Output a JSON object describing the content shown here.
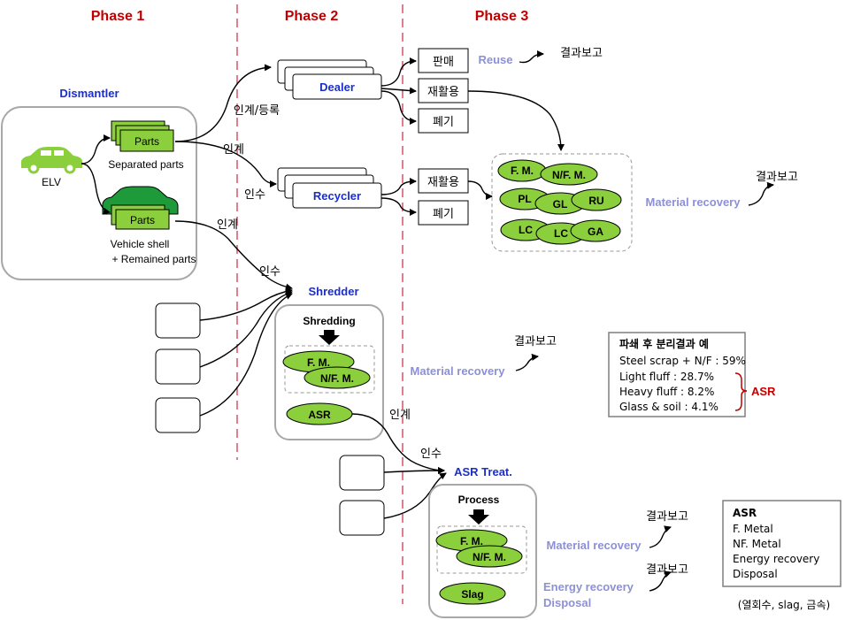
{
  "phases": [
    "Phase 1",
    "Phase 2",
    "Phase 3"
  ],
  "dismantler": {
    "title": "Dismantler",
    "elv": "ELV",
    "parts1": "Parts",
    "separated": "Separated parts",
    "parts2": "Parts",
    "vehicle_shell_1": "Vehicle shell",
    "vehicle_shell_2": "+ Remained parts"
  },
  "labels": {
    "transfer_register": "인계/등록",
    "transfer_1": "인계",
    "receive_1": "인수",
    "transfer_2": "인계",
    "receive_2": "인수",
    "transfer_3": "인계",
    "receive_3": "인수"
  },
  "dealer": {
    "title": "Dealer",
    "outputs": [
      "판매",
      "재활용",
      "폐기"
    ]
  },
  "reuse": "Reuse",
  "report": "결과보고",
  "recycler": {
    "title": "Recycler",
    "outputs": [
      "재활용",
      "폐기"
    ]
  },
  "material_recovery_cluster": [
    "F. M.",
    "N/F. M.",
    "PL",
    "GL",
    "RU",
    "LC",
    "LC",
    "GA"
  ],
  "material_recovery": "Material recovery",
  "shredder": {
    "title": "Shredder",
    "process": "Shredding",
    "fm": "F. M.",
    "nfm": "N/F. M.",
    "asr": "ASR"
  },
  "shred_result": {
    "title": "파쇄 후 분리결과 예",
    "rows": [
      "Steel scrap + N/F : 59%",
      "Light fluff : 28.7%",
      "Heavy fluff : 8.2%",
      "Glass & soil : 4.1%"
    ],
    "bracket_label": "ASR"
  },
  "asr_treat": {
    "title": "ASR Treat.",
    "process": "Process",
    "fm": "F. M.",
    "nfm": "N/F. M.",
    "slag": "Slag"
  },
  "energy_recovery": "Energy recovery",
  "disposal": "Disposal",
  "asr_legend": {
    "title": "ASR",
    "items": [
      "F. Metal",
      "NF. Metal",
      "Energy recovery",
      "Disposal"
    ],
    "note": "(열회수, slag, 금속)"
  },
  "colors": {
    "phase": "#c00000",
    "blue_title": "#1a2ecc",
    "lavender": "#8d90d6",
    "green": "#8bcf3c",
    "rounded_border": "#a8a8a8"
  }
}
